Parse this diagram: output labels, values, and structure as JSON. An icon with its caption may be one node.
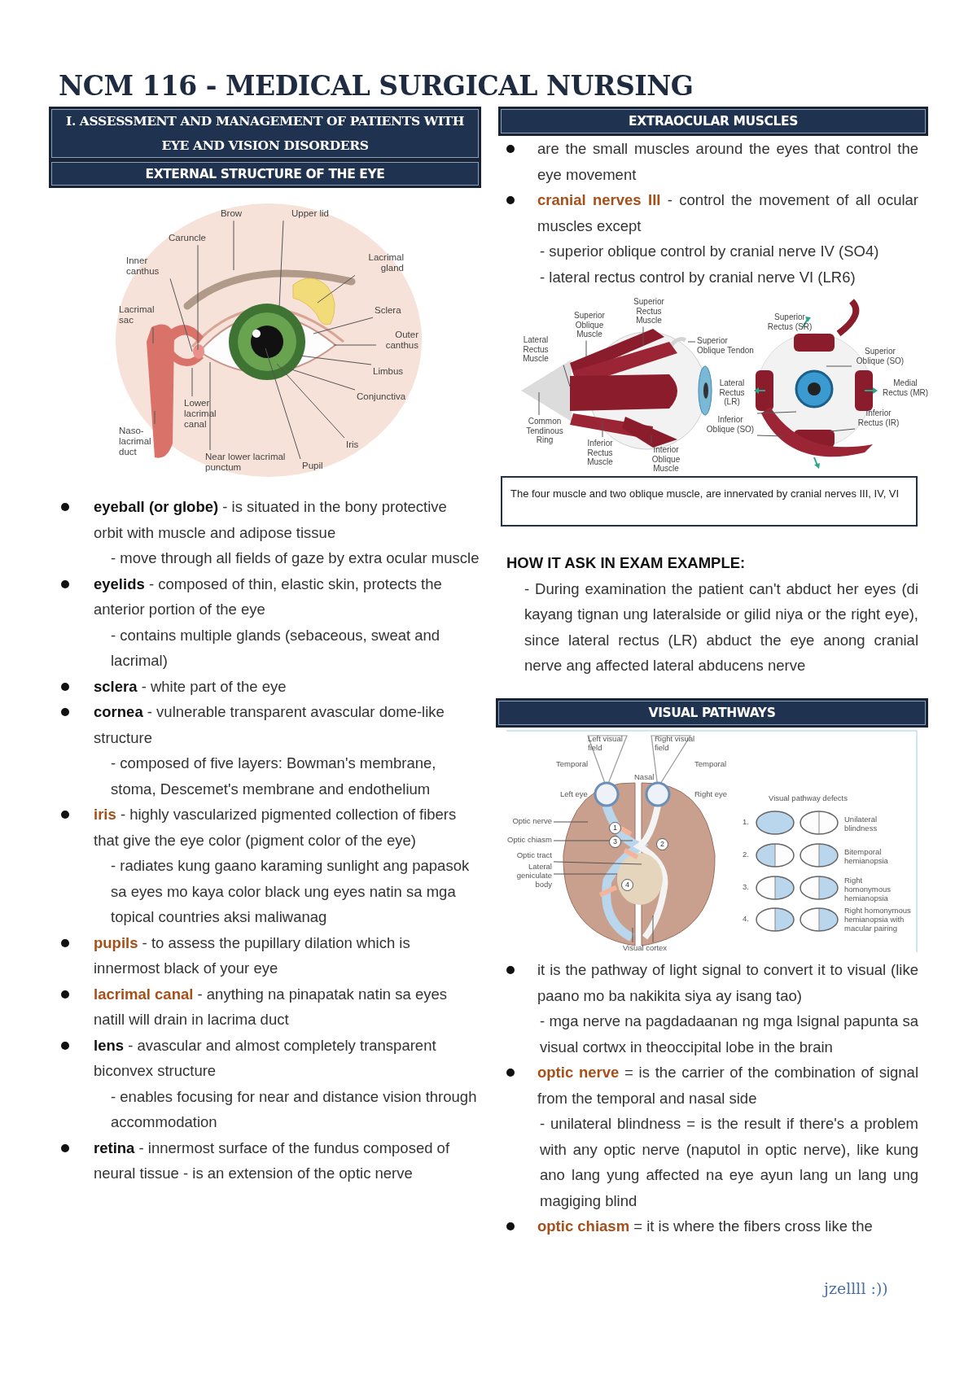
{
  "diagram": {
    "title": "NCM 116 - MEDICAL SURGICAL NURSING",
    "nodes": [
      {
        "text": [
          "I. ASSESSMENT AND MANAGEMENT OF PATIENTS WITH EYE AND VISION DISORDERS"
        ]
      },
      {
        "text": [
          "EXTERNAL STRUCTURE OF THE EYE"
        ]
      },
      {
        "text": [
          "EXTRAOCULAR MUSCLES"
        ]
      },
      {
        "text": [
          "Brow"
        ]
      },
      {
        "text": [
          "Upper lid"
        ]
      },
      {
        "text": [
          "Caruncle"
        ]
      },
      {
        "text": [
          "Inner canthus"
        ]
      },
      {
        "text": [
          "Lacrimal gland"
        ]
      },
      {
        "text": [
          "Lacrimal sac"
        ]
      },
      {
        "text": [
          "Sclera"
        ]
      },
      {
        "text": [
          "Outer canthus"
        ]
      },
      {
        "text": [
          "Limbus"
        ]
      },
      {
        "text": [
          "Conjunctiva"
        ]
      },
      {
        "text": [
          "Lower lacrimal canal"
        ]
      },
      {
        "text": [
          "Naso-lacrimal duct"
        ]
      },
      {
        "text": [
          "Iris"
        ]
      },
      {
        "text": [
          "Near lower lacrimal punctum"
        ]
      },
      {
        "text": [
          "Pupil"
        ]
      },
      {
        "text": [
          "Superior Rectus Muscle"
        ]
      },
      {
        "text": [
          "Superior Oblique Muscle"
        ]
      },
      {
        "text": [
          "Lateral Rectus Muscle"
        ]
      },
      {
        "text": [
          "Superior Oblique Tendon"
        ]
      },
      {
        "text": [
          "Common Tendinous Ring"
        ]
      },
      {
        "text": [
          "Inferior Rectus Muscle"
        ]
      },
      {
        "text": [
          "Interior Oblique Muscle"
        ]
      },
      {
        "text": [
          "Superior Oblique (SO)"
        ]
      },
      {
        "text": [
          "Inferior Oblique (SO)"
        ]
      },
      {
        "text": [
          "Inferior Rectus (IR)"
        ]
      },
      {
        "text": [
          "The four muscle and two oblique muscle, are innervated by cranial nerves III, IV, VI"
        ]
      },
      {
        "text": [
          "VISUAL PATHWAYS"
        ]
      },
      {
        "text": [
          "Optic nerve"
        ]
      },
      {
        "text": [
          "Optic chiasm"
        ]
      },
      {
        "text": [
          "Optic tract"
        ]
      },
      {
        "text": [
          "Lateral geniculate body"
        ]
      },
      {
        "text": [
          "Visual cortex"
        ]
      }
    ],
    "edges": [
      {
        "from": 3,
        "to": null,
        "arrow": "none"
      },
      {
        "from": 4,
        "to": null,
        "arrow": "none"
      },
      {
        "from": 5,
        "to": null,
        "arrow": "none"
      },
      {
        "from": 6,
        "to": null,
        "arrow": "none"
      },
      {
        "from": 7,
        "to": null,
        "arrow": "none"
      },
      {
        "from": 8,
        "to": null,
        "arrow": "none"
      },
      {
        "from": 9,
        "to": null,
        "arrow": "none"
      },
      {
        "from": 10,
        "to": null,
        "arrow": "none"
      },
      {
        "from": 11,
        "to": null,
        "arrow": "none"
      },
      {
        "from": 12,
        "to": null,
        "arrow": "none"
      },
      {
        "from": 13,
        "to": null,
        "arrow": "none"
      },
      {
        "from": 14,
        "to": null,
        "arrow": "none"
      },
      {
        "from": 15,
        "to": null,
        "arrow": "none"
      },
      {
        "from": 16,
        "to": null,
        "arrow": "none"
      },
      {
        "from": 17,
        "to": null,
        "arrow": "none"
      },
      {
        "from": 18,
        "to": null,
        "arrow": "none"
      },
      {
        "from": 19,
        "to": null,
        "arrow": "none"
      },
      {
        "from": 20,
        "to": null,
        "arrow": "none"
      },
      {
        "from": 21,
        "to": null,
        "arrow": "none"
      },
      {
        "from": 22,
        "to": null,
        "arrow": "none"
      },
      {
        "from": 23,
        "to": null,
        "arrow": "none"
      },
      {
        "from": 24,
        "to": null,
        "arrow": "none"
      },
      {
        "from": 25,
        "to": null,
        "arrow": "none"
      },
      {
        "from": 26,
        "to": null,
        "arrow": "none"
      },
      {
        "from": 26,
        "to": null,
        "arrow": "none"
      },
      {
        "from": 27,
        "to": null,
        "arrow": "none"
      },
      {
        "from": 30,
        "to": null,
        "arrow": "none"
      },
      {
        "from": 31,
        "to": null,
        "arrow": "none"
      },
      {
        "from": 32,
        "to": null,
        "arrow": "none"
      },
      {
        "from": 33,
        "to": null,
        "arrow": "none"
      },
      {
        "from": 34,
        "to": null,
        "arrow": "none"
      },
      {
        "from": 34,
        "to": null,
        "arrow": "none"
      }
    ],
    "labels": [
      "**eyeball (or globe)** - is situated in the bony protective orbit with muscle and adipose tissue",
      "- move through all fields of gaze by extra ocular muscle",
      "**eyelids** - composed of thin, elastic skin, protects the anterior portion of the eye",
      "- contains multiple glands (sebaceous, sweat and lacrimal)",
      "**sclera** - white part of the eye",
      "**cornea** - vulnerable transparent avascular dome-like structure",
      "- composed of five layers: Bowman's membrane, stoma, Descemet's membrane and endothelium",
      "**iris** - highly vascularized pigmented collection of fibers that give the eye color (pigment color of the eye)",
      "- radiates kung gaano karaming sunlight ang papasok sa eyes mo kaya color black ung eyes natin sa mga topical countries aksi maliwanag",
      "**pupils** - to assess the pupillary dilation which is innermost black of your eye",
      "**lacrimal canal** - anything na pinapatak natin sa eyes natill will drain in lacrima duct",
      "**lens** - avascular and almost completely transparent biconvex structure",
      "- enables focusing for near and distance vision through accommodation",
      "**retina** - innermost surface of the fundus composed of neural tissue - is an extension of the optic nerve",
      "are the small muscles around the eyes that control the eye movement",
      "**cranial nerves III** - control the movement of all ocular muscles except",
      "- superior oblique control by cranial nerve IV (SO4)",
      "- lateral rectus control by cranial nerve VI (LR6)",
      "Superior Rectus (SR)",
      "Lateral Rectus (LR)",
      "Medial Rectus (MR)",
      "HOW IT ASK IN EXAM EXAMPLE:",
      "- During examination the patient can't abduct her eyes (di kayang tignan ung lateralside or gilid niya or the right eye), since lateral rectus (LR) abduct the eye anong cranial nerve ang affected lateral abducens nerve",
      "Left visual field",
      "Right visual field",
      "Temporal",
      "Temporal",
      "Nasal",
      "Left eye",
      "Right eye",
      "Visual pathway defects",
      "1",
      "3",
      "2",
      "4",
      "1.",
      "Unilateral blindness",
      "2.",
      "Bitemporal hemianopsia",
      "3.",
      "Right homonymous hemianopsia",
      "4.",
      "Right homonymous hemianopsia with macular pairing",
      "it is the pathway of light signal to convert it to visual (like paano mo ba nakikita siya ay isang tao)",
      "- mga nerve na pagdadaanan ng mga lsignal papunta sa visual cortwx in theoccipital lobe in the brain",
      "**optic nerve** = is the carrier of the combination of signal from the temporal and nasal side",
      "- unilateral blindness = is the result if there's a problem with any optic nerve (naputol in optic nerve), like kung ano lang yung affected na eye ayun lang un lang ung magiging blind",
      "**optic chiasm** = it is where the fibers cross like the",
      "jzellll :))"
    ]
  }
}
